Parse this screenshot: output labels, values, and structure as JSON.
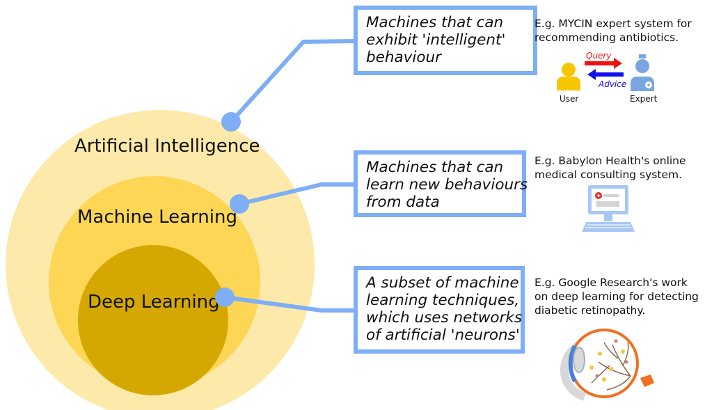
{
  "circles": {
    "outer_label": "Artificial Intelligence",
    "middle_label": "Machine Learning",
    "inner_label": "Deep Learning"
  },
  "boxes": [
    {
      "lines": [
        "Machines that can",
        "exhibit 'intelligent'",
        "behaviour"
      ]
    },
    {
      "lines": [
        "Machines that can",
        "learn new behaviours",
        "from data"
      ]
    },
    {
      "lines": [
        "A subset of machine",
        "learning techniques,",
        "which uses networks",
        "of artificial 'neurons'"
      ]
    }
  ],
  "examples": [
    {
      "lines": [
        "E.g. MYCIN expert system for",
        "recommending antibiotics."
      ]
    },
    {
      "lines": [
        "E.g. Babylon Health's online",
        "medical consulting system."
      ]
    },
    {
      "lines": [
        "E.g. Google Research's work",
        "on deep learning for detecting",
        "diabetic retinopathy."
      ]
    }
  ],
  "mycin_icon": {
    "user_label": "User",
    "expert_label": "Expert",
    "query_label": "Query",
    "advice_label": "Advice",
    "user_icon": "user-icon",
    "expert_icon": "doctor-icon"
  },
  "babylon_icon": {
    "icon": "computer-with-medical-app-icon"
  },
  "retina_icon": {
    "icon": "eye-cross-section-icon"
  },
  "colors": {
    "outer_circle": "#fde9a9",
    "middle_circle": "#fdd655",
    "inner_circle": "#d4a800",
    "connector": "#7eaef6",
    "query_arrow": "#ee1111",
    "advice_arrow": "#1111ee"
  }
}
